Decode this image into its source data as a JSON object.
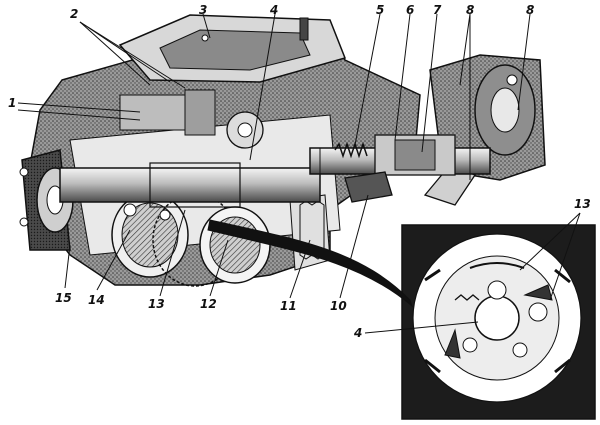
{
  "figure": {
    "labels": {
      "l1": "1",
      "l2": "2",
      "l3": "3",
      "l4": "4",
      "l4b": "4",
      "l5": "5",
      "l6": "6",
      "l7": "7",
      "l8a": "8",
      "l8b": "8",
      "l10": "10",
      "l11": "11",
      "l12": "12",
      "l13": "13",
      "l13b": "13",
      "l14": "14",
      "l15": "15"
    },
    "colors": {
      "ink": "#111111",
      "shade": "#6e6e6e",
      "dark": "#2a2a2a",
      "paper": "#ffffff"
    }
  }
}
